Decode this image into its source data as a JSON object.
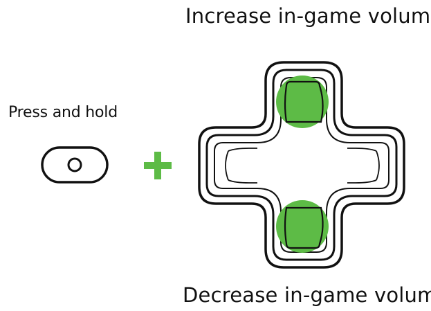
{
  "labels": {
    "increase": "Increase in-game volume",
    "decrease": "Decrease in-game volume",
    "press_hold": "Press and hold"
  },
  "colors": {
    "highlight": "#5dbb46",
    "plus": "#5dbb46",
    "outline": "#111111",
    "background": "#ffffff"
  },
  "icons": {
    "button": "pill-button-icon",
    "plus": "plus-icon",
    "dpad": "dpad-icon"
  }
}
